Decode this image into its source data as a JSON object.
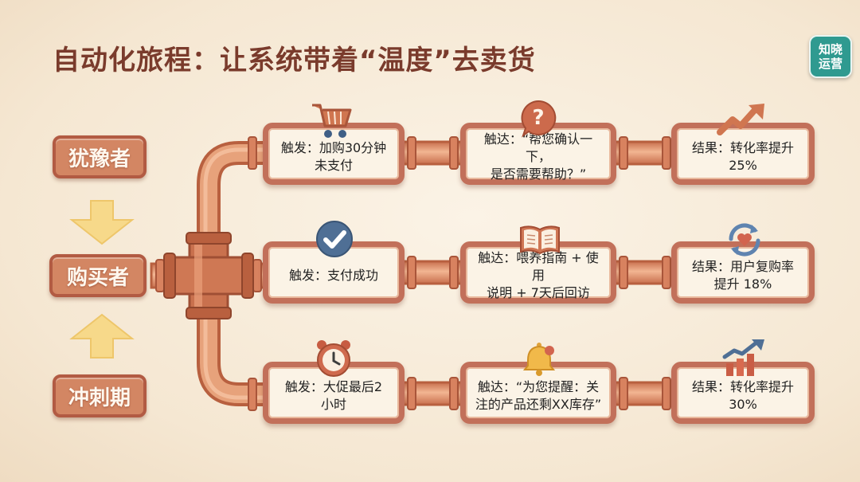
{
  "title": "自动化旅程：让系统带着“温度”去卖货",
  "logo": {
    "line1": "知晓",
    "line2": "运营"
  },
  "stages": {
    "hesitant": "犹豫者",
    "buyer": "购买者",
    "sprint": "冲刺期"
  },
  "rows": [
    {
      "trigger": "触发：加购30分钟\n未支付",
      "touch": "触达：“帮您确认一下，\n是否需要帮助？”",
      "result": "结果：转化率提升\n25%"
    },
    {
      "trigger": "触发：支付成功",
      "touch": "触达：喂养指南 + 使用\n说明 + 7天后回访",
      "result": "结果：用户复购率\n提升 18%"
    },
    {
      "trigger": "触发：大促最后2\n小时",
      "touch": "触达：“为您提醒：关\n注的产品还剩XX库存”",
      "result": "结果：转化率提升\n30%"
    }
  ],
  "colors": {
    "title": "#7a3b2c",
    "pipe": "#e09a74",
    "pipe_dark": "#b8603f",
    "card_border": "#c2705a",
    "card_fill": "#fbf3e6",
    "label_fill": "#d38663",
    "arrow": "#f7d98a",
    "logo": "#2f9a90"
  },
  "icons": [
    "shopping-cart-icon",
    "question-bubble-icon",
    "trend-up-arrow-icon",
    "checkmark-badge-icon",
    "open-book-icon",
    "refresh-heart-icon",
    "alarm-clock-icon",
    "bell-icon",
    "bar-chart-up-icon",
    "arrow-down-icon",
    "arrow-up-icon"
  ]
}
